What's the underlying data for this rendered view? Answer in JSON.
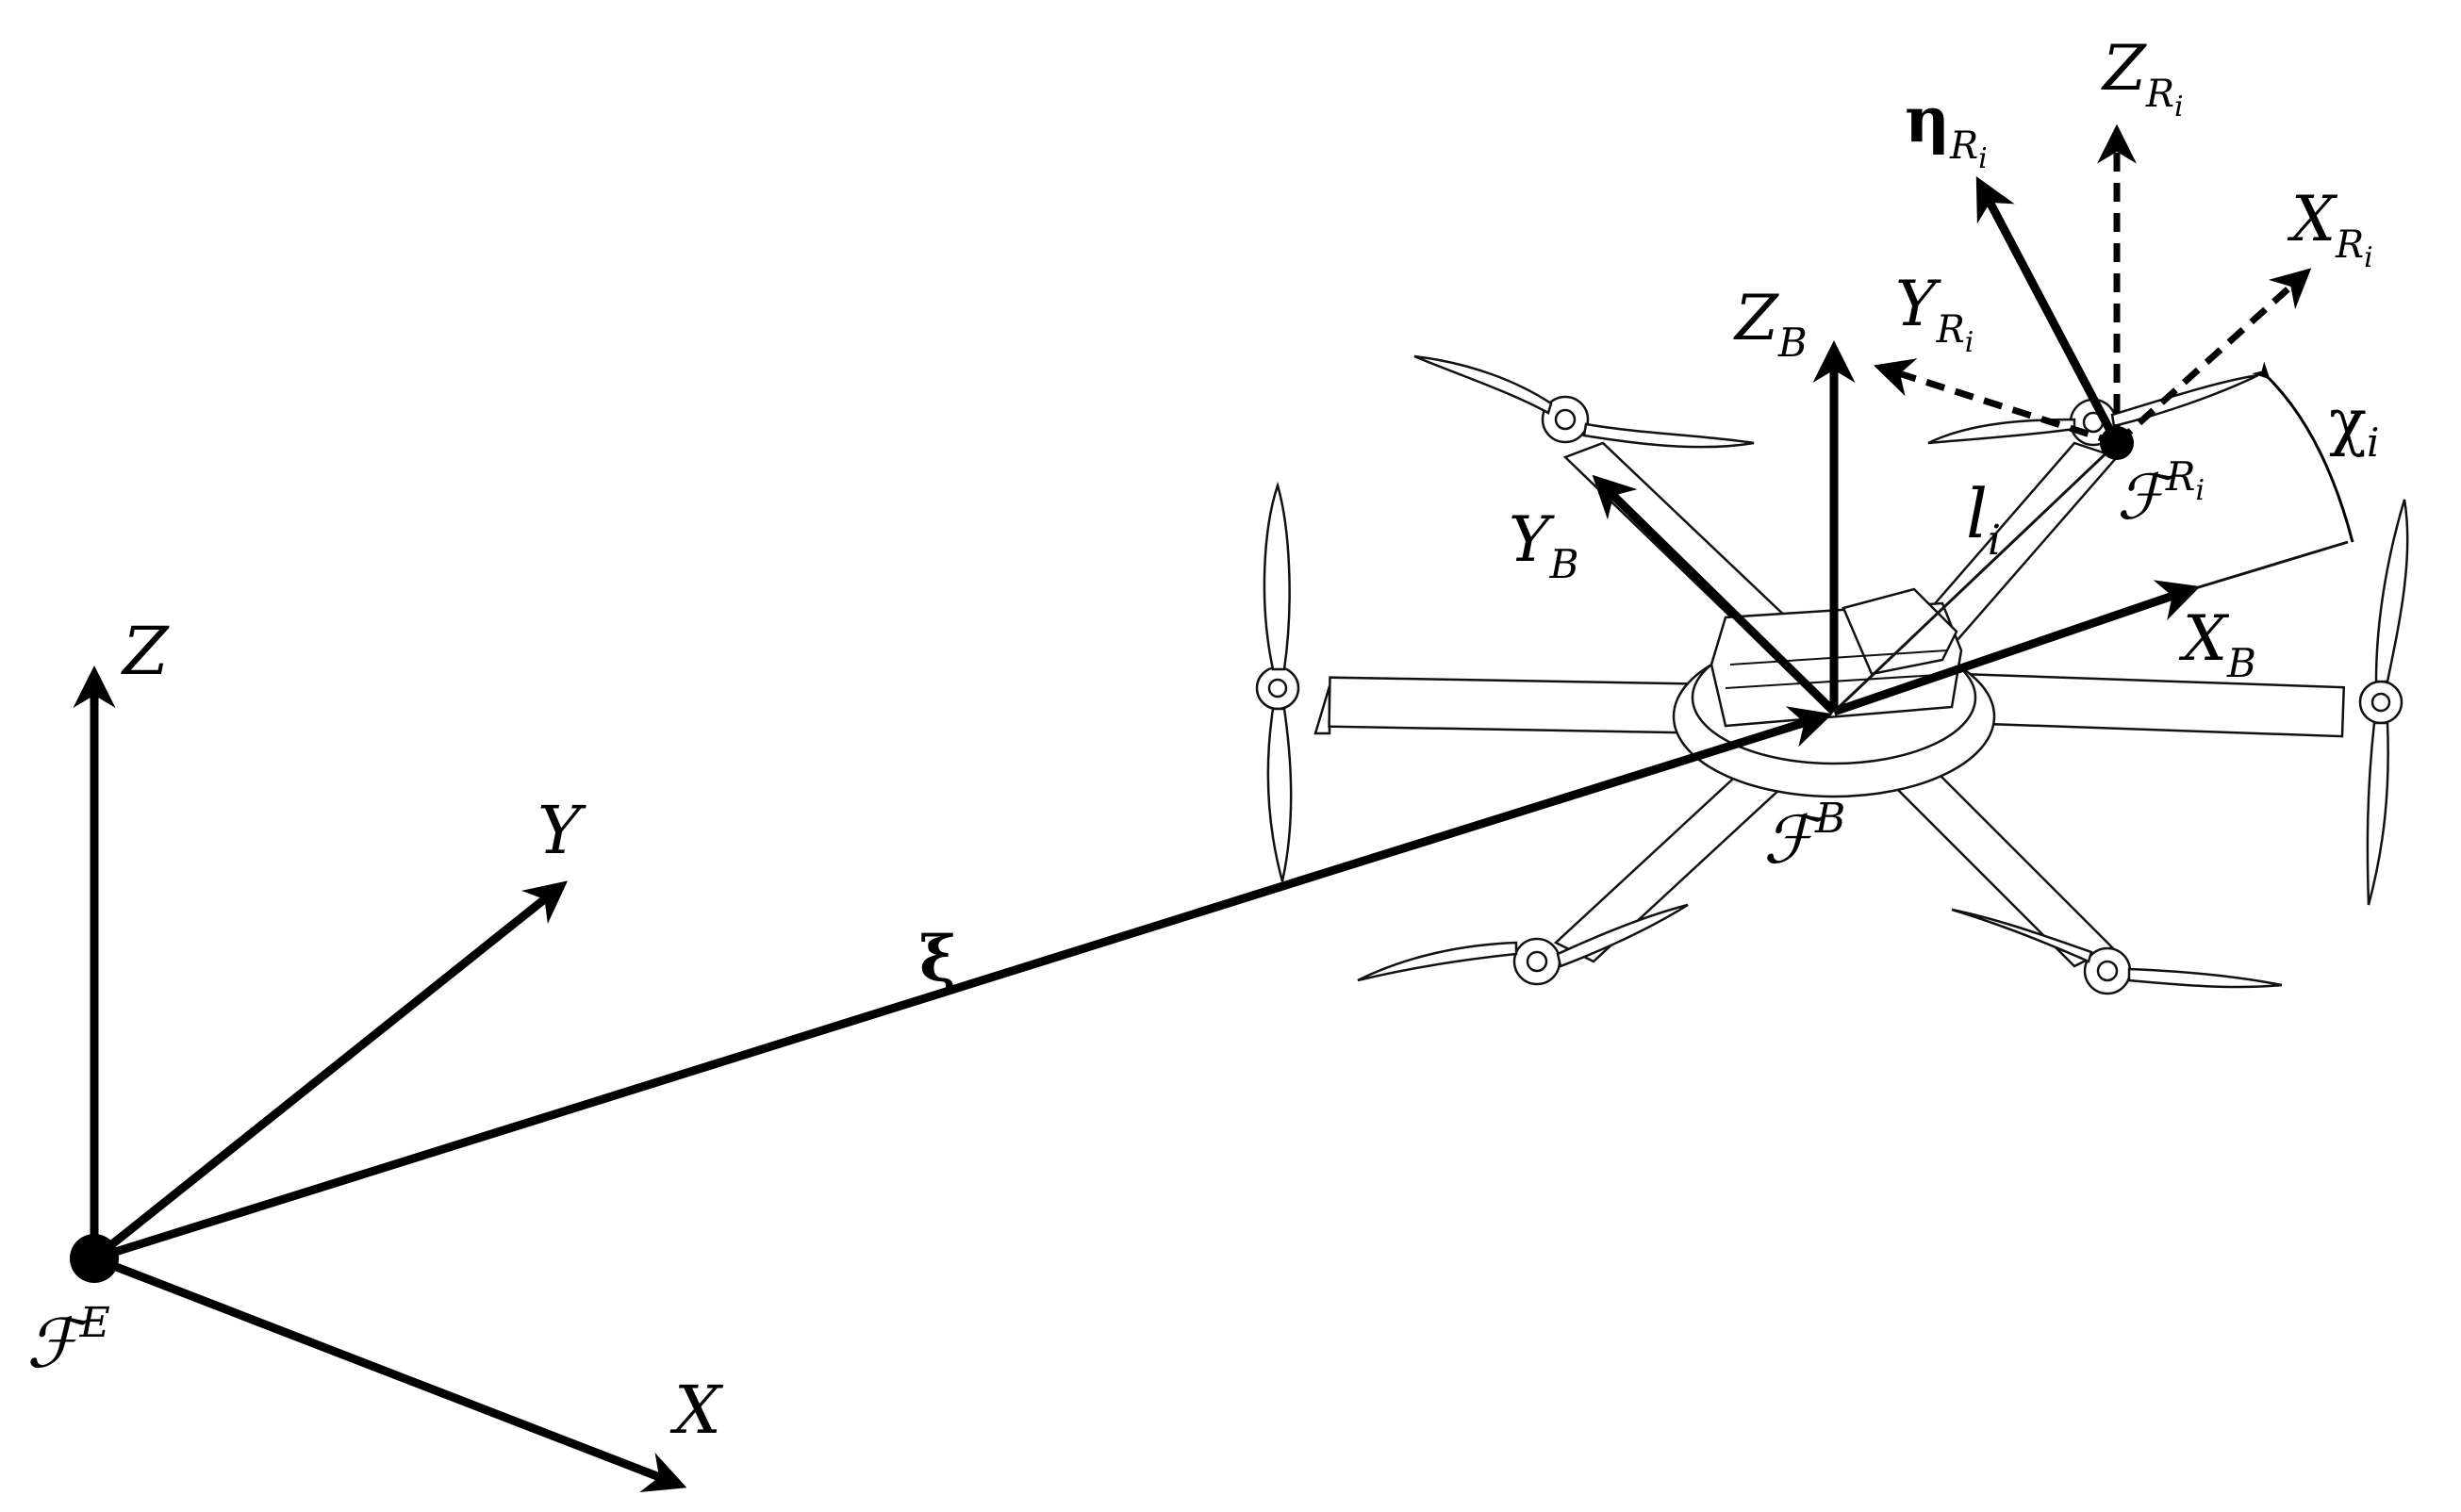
{
  "labels": {
    "earth_z": "Z",
    "earth_y": "Y",
    "earth_x": "X",
    "earth_frame": "ℱ",
    "earth_frame_sup": "E",
    "xi": "ξ",
    "body_z": "Z",
    "body_z_sub": "B",
    "body_y": "Y",
    "body_y_sub": "B",
    "body_x": "X",
    "body_x_sub": "B",
    "body_frame": "ℱ",
    "body_frame_sup": "B",
    "rotor_frame": "ℱ",
    "rotor_frame_sup": "R",
    "rotor_frame_sup_sub": "i",
    "arm_length": "l",
    "arm_length_sub": "i",
    "chi": "χ",
    "chi_sub": "i",
    "eta": "η",
    "eta_sub": "R",
    "eta_sub_sub": "i",
    "rotor_z": "Z",
    "rotor_z_sub": "R",
    "rotor_z_sub_sub": "i",
    "rotor_y": "Y",
    "rotor_y_sub": "R",
    "rotor_y_sub_sub": "i",
    "rotor_x": "X",
    "rotor_x_sub": "R",
    "rotor_x_sub_sub": "i"
  }
}
